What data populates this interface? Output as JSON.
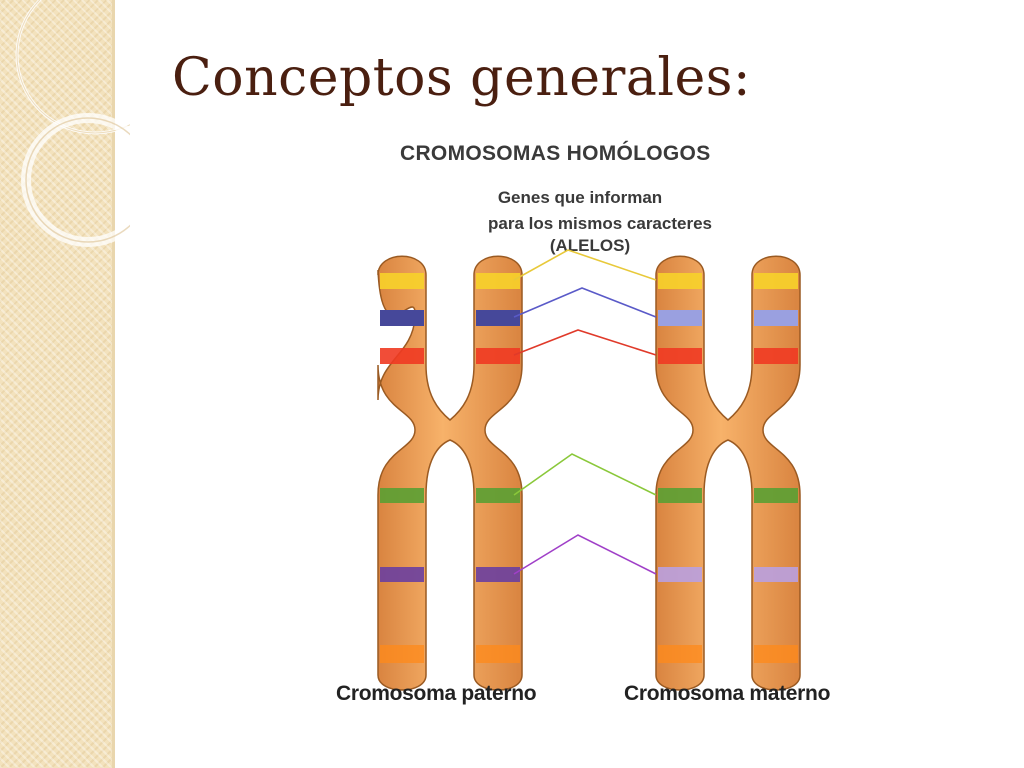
{
  "slide": {
    "title": "Conceptos generales:"
  },
  "diagram": {
    "heading": "CROMOSOMAS HOMÓLOGOS",
    "callout_line1": "Genes que informan",
    "callout_line2": "para los mismos caracteres",
    "callout_line3": "(ALELOS)",
    "label_paterno": "Cromosoma paterno",
    "label_materno": "Cromosoma materno",
    "colors": {
      "chromosome_body": "#f2a35a",
      "chromosome_outline": "#9a5a22",
      "yellow_band": "#f7d22a",
      "blue_band_paterno": "#46489a",
      "blue_band_materno": "#9aa0e0",
      "red_band": "#ef3a22",
      "green_band": "#5aa033",
      "purple_band_paterno": "#6a3fa0",
      "purple_band_materno": "#b9a0e0",
      "orange_band": "#ff8a1a"
    }
  }
}
